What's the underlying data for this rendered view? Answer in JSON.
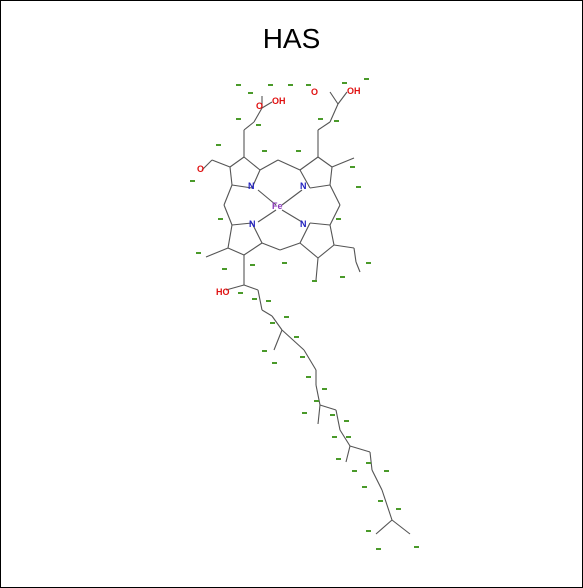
{
  "title": "HAS",
  "colors": {
    "bond": "#555555",
    "oxygen": "#e01010",
    "nitrogen": "#2020c0",
    "iron": "#8a3ab9",
    "hydrogen": "#4a9a2a"
  },
  "atoms": {
    "oh_left": "OH",
    "o_left": "O",
    "oh_right": "OH",
    "o_right": "O",
    "o_formyl": "O",
    "n_top_left": "N",
    "n_top_right": "N",
    "n_bottom_left": "N",
    "n_bottom_right": "N",
    "fe": "Fe",
    "ho_side": "HO"
  }
}
